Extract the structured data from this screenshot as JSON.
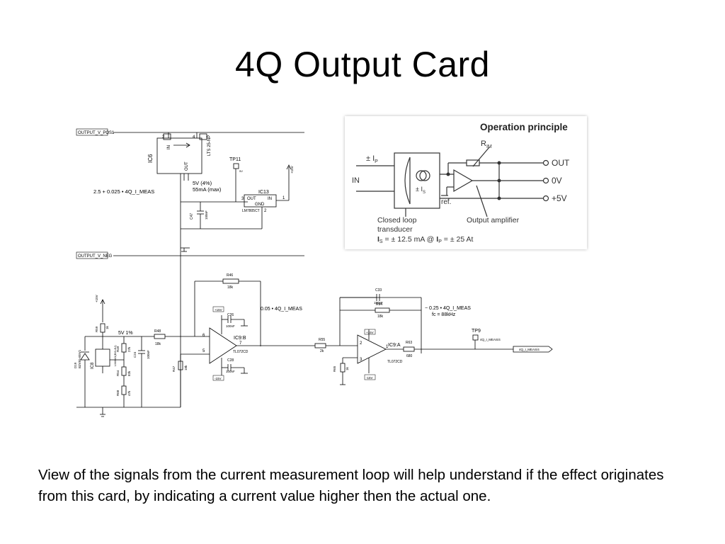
{
  "slide": {
    "title": "4Q Output Card",
    "caption": "View of the signals from the current measurement loop will help understand if the effect originates from this card, by indicating a current value higher then the actual one."
  },
  "schematic": {
    "net_pos": "OUTPUT_V_POS1",
    "net_neg": "OUTPUT_V_NEG",
    "ic6": "IC6",
    "ic6_part": "LTS 25-NP",
    "ic6_out": "OUT",
    "ic6_in": "IN",
    "pin_1": "1",
    "pin_2": "2",
    "pin_3": "3",
    "pin_4": "4",
    "pin_5": "5",
    "pin_6": "6",
    "pin_7": "7",
    "tp11": "TP11",
    "tp11_v": "5V",
    "supply_note_1": "5V (4%)",
    "supply_note_2": "55mA (max)",
    "meas_eq": "2.5 + 0.025 • 4Q_I_MEAS",
    "ic13": "IC13",
    "ic13_out": "OUT",
    "ic13_in": "IN",
    "ic13_gnd": "GND",
    "ic13_part": "LM7805CT",
    "c47": "C47",
    "c47_val": "100nF",
    "plus15": "+15V",
    "minus15": "-15V",
    "r46": "R46",
    "r46_val": "18k",
    "c26": "C26",
    "c26_val": "100nF",
    "c28": "C28",
    "c28_val": "100nF",
    "ic9b": "IC9:B",
    "ic9b_part": "TL072CD",
    "eq_b": "0.05 • 4Q_I_MEAS",
    "r48": "R48",
    "r48_val": "18k",
    "r47": "R47",
    "r47_val": "18k",
    "ref_label": "5V 1%",
    "ic8": "IC8",
    "ic8_part": "LM4041(BI0-4U)",
    "d19": "D19",
    "d19_part": "BZV55-B5V1",
    "r59": "R59",
    "r59_val": "1k",
    "r49": "R49",
    "r49_val": "27k",
    "r54": "R54",
    "r54_val": "82k",
    "r68": "R68",
    "r68_val": "47k",
    "c24": "C24",
    "c24_val": "100nF",
    "r55": "R55",
    "r55_val": "2k",
    "c33": "C33",
    "c33_val": "150pF",
    "r64": "R64",
    "r64_val": "18k",
    "ic9a": "IC9:A",
    "ic9a_part": "TL072CD",
    "eq_a": "− 0.25 • 4Q_I_MEAS",
    "fc": "fc = 88kHz",
    "r63": "R63",
    "r63_val": "680",
    "r65": "R65",
    "r65_val": "1k",
    "tp9": "TP9",
    "tp9_net": "4Q_I_MEAS/4",
    "out_net": "4Q_I_MEAS/4"
  },
  "inset": {
    "heading": "Operation  principle",
    "rim": "R",
    "rim_sub": "IM",
    "ip_pre": "± I",
    "ip_sub": "P",
    "is_pre": "± I",
    "is_sub": "S",
    "in_label": "IN",
    "ref_label": "ref.",
    "out": "OUT",
    "zero_v": "0V",
    "plus5": "+5V",
    "cap_loop_1": "Closed loop",
    "cap_loop_2": "transducer",
    "cap_amp": "Output amplifier",
    "spec_is": "I",
    "spec_is_sub": "S",
    "spec_mid": " = ± 12.5 mA @ ",
    "spec_ip": "I",
    "spec_ip_sub": "P",
    "spec_end": " = ± 25 At"
  }
}
